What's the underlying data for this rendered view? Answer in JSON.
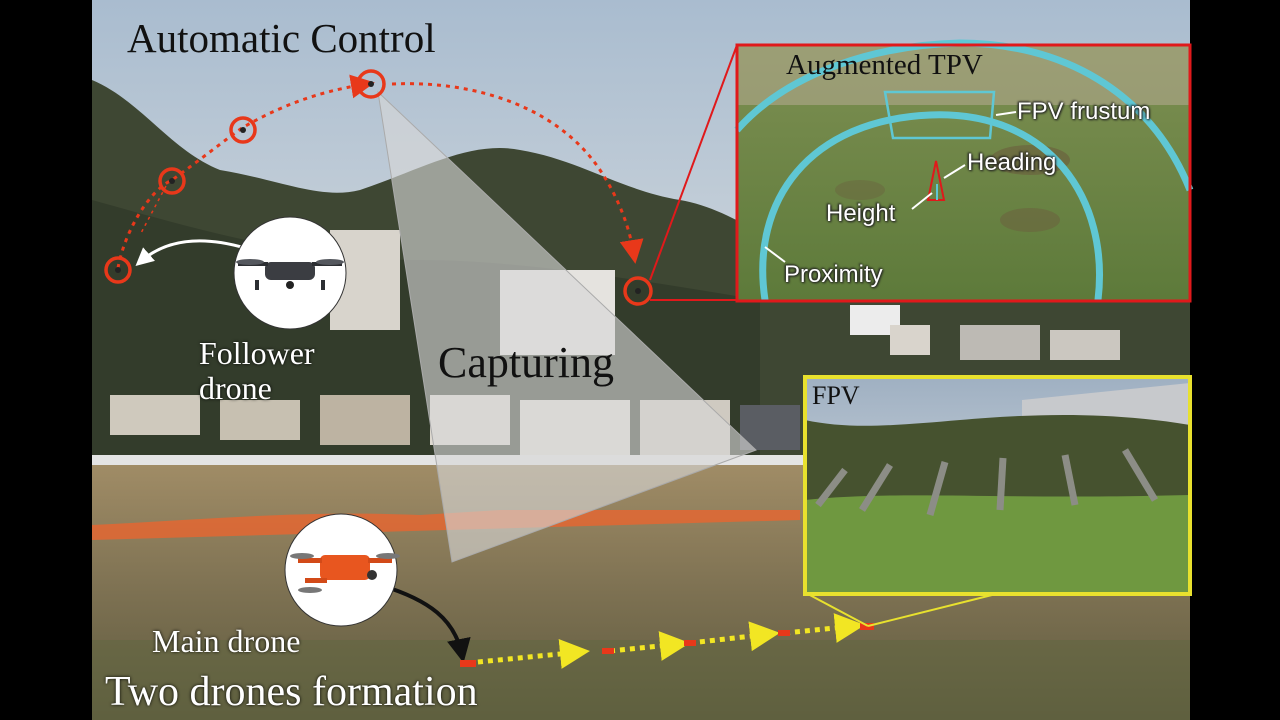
{
  "colors": {
    "sky": "#b9c7d6",
    "hill": "#3c4531",
    "field": "#8f8060",
    "trajectory_red": "#e8381a",
    "main_path_yellow": "#f2e623",
    "tpv_border": "#e0191b",
    "fpv_border": "#e8e12e",
    "proximity_cyan": "#5fc7d4",
    "capture_cone": "#d7d7d7"
  },
  "title_top": "Automatic Control",
  "title_bottom": "Two drones formation",
  "capturing": "Capturing",
  "follower": {
    "line1": "Follower",
    "line2": "drone",
    "icon": "follower-drone-icon"
  },
  "main": {
    "label": "Main drone",
    "icon": "main-drone-icon"
  },
  "tpv": {
    "title": "Augmented TPV",
    "frustum": "FPV frustum",
    "heading": "Heading",
    "height": "Height",
    "proximity": "Proximity"
  },
  "fpv": {
    "title": "FPV"
  }
}
